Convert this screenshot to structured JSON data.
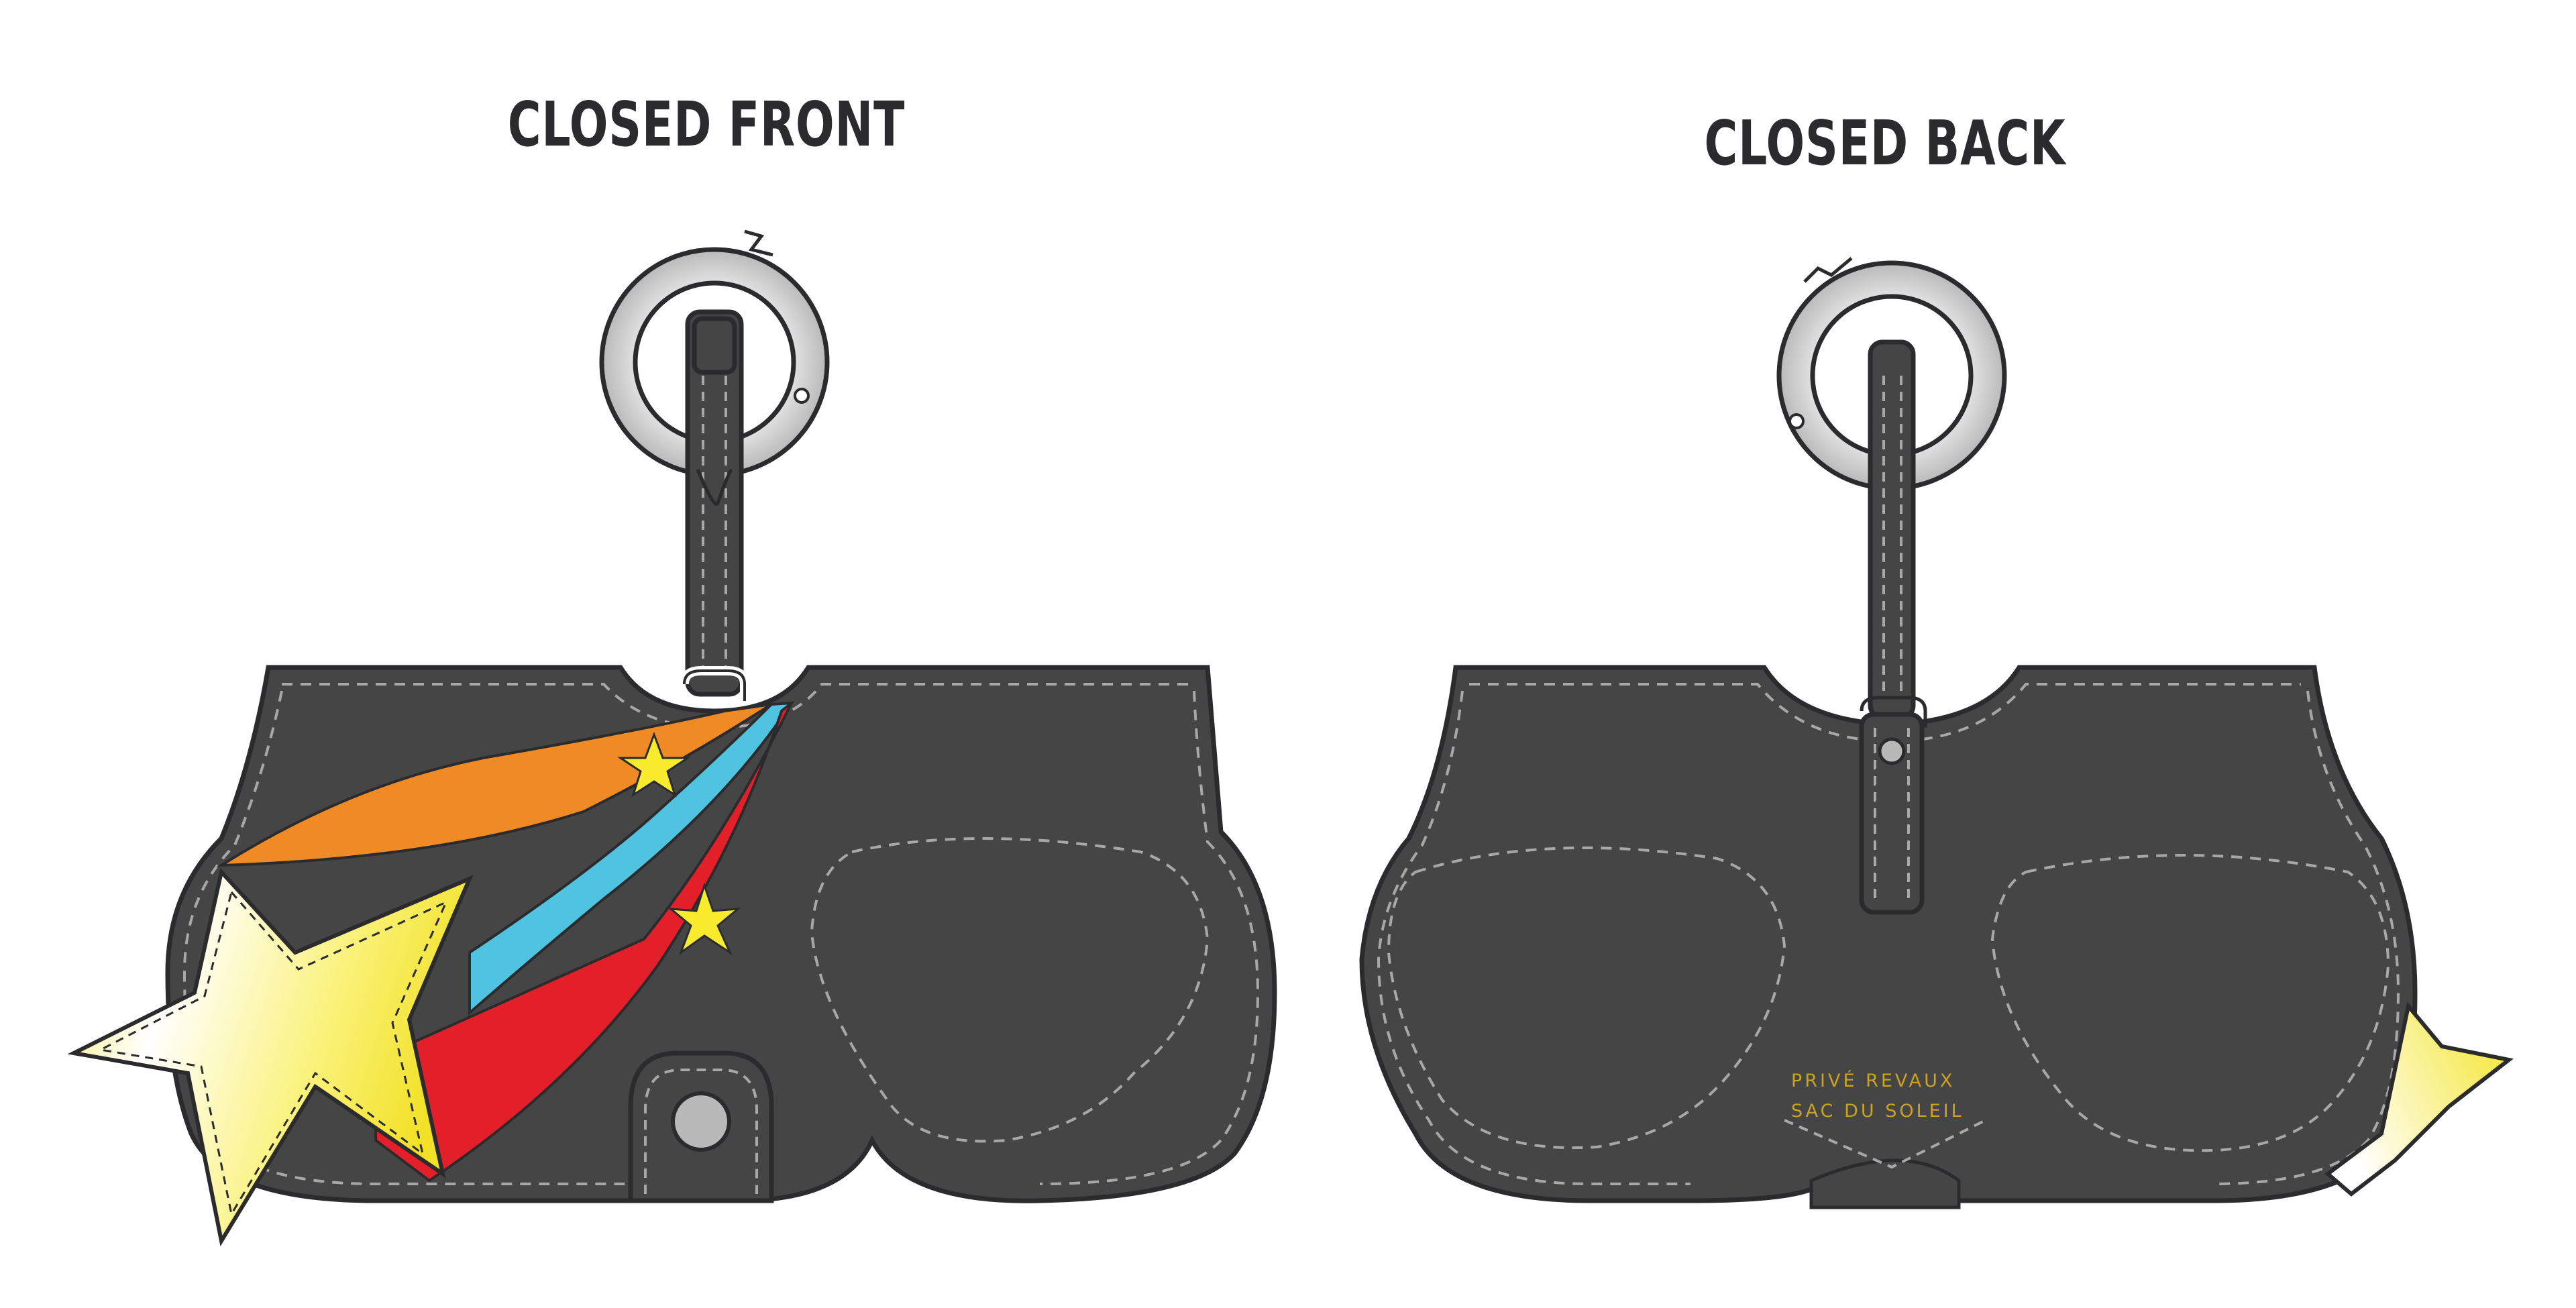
{
  "titles": {
    "front": "CLOSED FRONT",
    "back": "CLOSED BACK"
  },
  "brand": {
    "line1": "PRIVÉ REVAUX",
    "line2": "SAC  DU SOLEIL"
  },
  "colors": {
    "leather": "#464546",
    "outline": "#2b2a2c",
    "stitch": "#a8a8a8",
    "ring": "#d8d8d8",
    "orange": "#f08a24",
    "blue": "#4fc3e0",
    "red": "#e3202a",
    "yellow": "#f9ec2e",
    "gold": "#c9a227"
  }
}
